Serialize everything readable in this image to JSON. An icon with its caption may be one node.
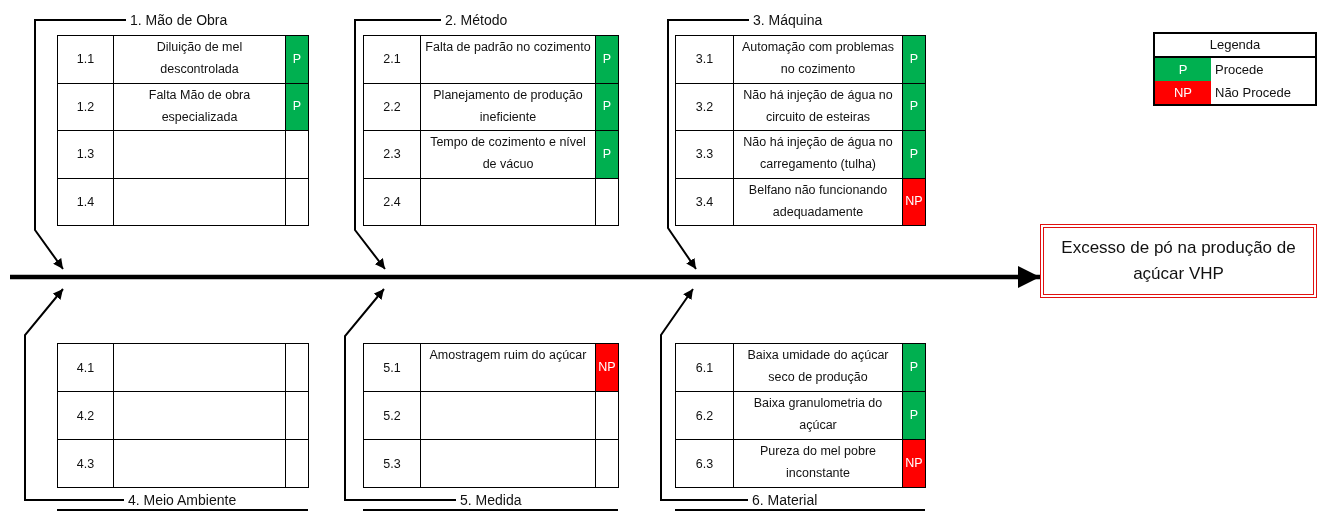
{
  "diagram": {
    "nodes": [
      {
        "text": [
          "1. Mão de Obra"
        ]
      },
      {
        "text": [
          "2. Método"
        ]
      },
      {
        "text": [
          "3. Máquina"
        ]
      },
      {
        "text": [
          "Excesso de pó na produção de açúcar VHP"
        ]
      },
      {
        "text": [
          "4. Meio Ambiente"
        ]
      },
      {
        "text": [
          "5. Medida"
        ]
      },
      {
        "text": [
          "6. Material"
        ]
      }
    ],
    "edges": [
      {
        "from": null,
        "to": 3,
        "arrow": "to",
        "style": "thick"
      },
      {
        "from": 0,
        "to": null,
        "arrow": "to"
      },
      {
        "from": 1,
        "to": null,
        "arrow": "to"
      },
      {
        "from": 2,
        "to": null,
        "arrow": "to"
      },
      {
        "from": 4,
        "to": null,
        "arrow": "to"
      },
      {
        "from": 5,
        "to": null,
        "arrow": "to"
      },
      {
        "from": 6,
        "to": null,
        "arrow": "to"
      }
    ],
    "labels": [
      "1.1",
      "Diluição de mel descontrolada",
      "P",
      "1.2",
      "Falta Mão de obra especializada",
      "P",
      "1.3",
      "1.4",
      "2.1",
      "Falta de padrão no cozimento",
      "P",
      "2.2",
      "Planejamento de produção ineficiente",
      "P",
      "2.3",
      "Tempo de cozimento e nível de vácuo",
      "P",
      "2.4",
      "3.1",
      "Automação com problemas no cozimento",
      "P",
      "3.2",
      "Não há injeção de água no circuito de esteiras",
      "P",
      "3.3",
      "Não há injeção de água no carregamento (tulha)",
      "P",
      "3.4",
      "Belfano não funcionando adequadamente",
      "NP",
      "Legenda",
      "P",
      "NP",
      "4.1",
      "4.2",
      "4.3",
      "5.1",
      "Amostragem ruim do açúcar",
      "NP",
      "5.2",
      "5.3",
      "6.1",
      "Baixa umidade do açúcar seco de produção",
      "P",
      "6.2",
      "Baixa granulometria do açúcar",
      "P",
      "6.3",
      "Pureza do mel pobre inconstante",
      "NP"
    ],
    "legend": [
      {
        "text": "Procede",
        "color": "#00b050"
      },
      {
        "text": "Não Procede",
        "color": "#ff0000"
      }
    ]
  }
}
